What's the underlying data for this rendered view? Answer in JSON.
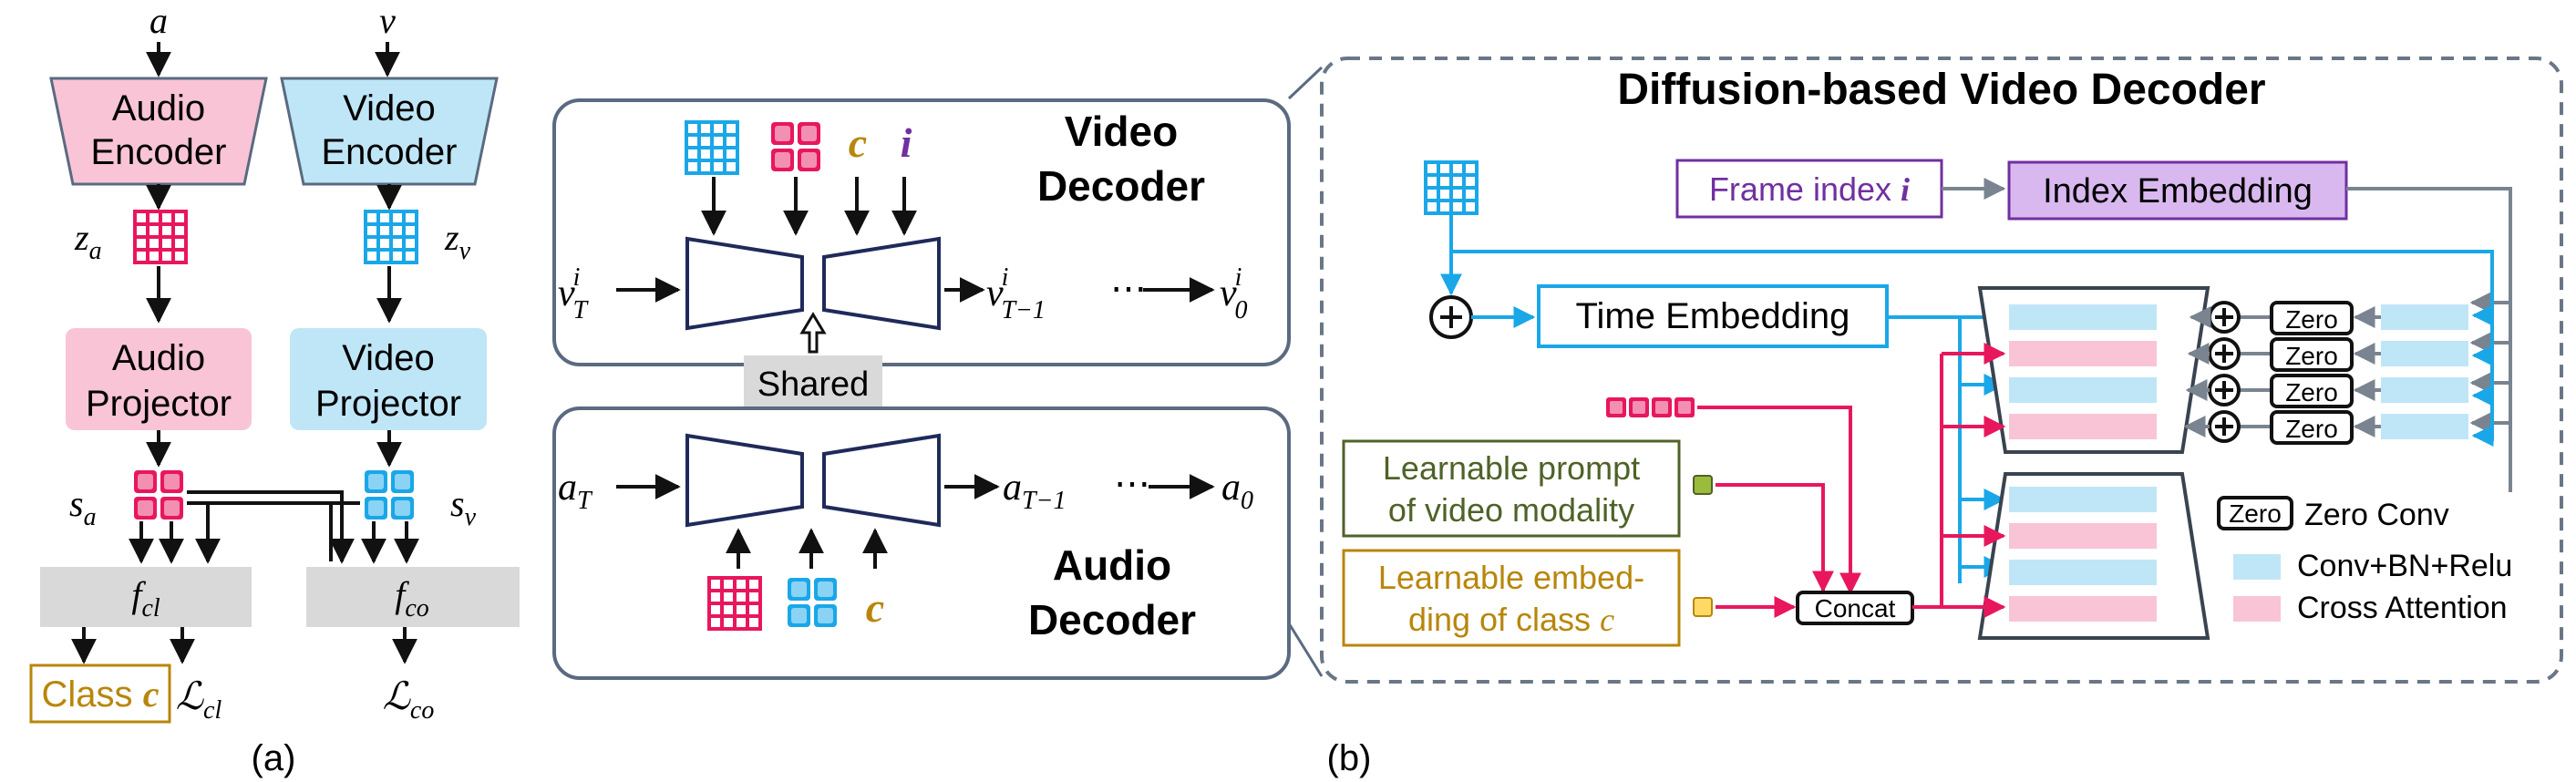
{
  "panel_a": {
    "input_a": "a",
    "input_v": "v",
    "audio_encoder": [
      "Audio",
      "Encoder"
    ],
    "video_encoder": [
      "Video",
      "Encoder"
    ],
    "z_a": "z",
    "z_a_sub": "a",
    "z_v": "z",
    "z_v_sub": "v",
    "audio_projector": [
      "Audio",
      "Projector"
    ],
    "video_projector": [
      "Video",
      "Projector"
    ],
    "s_a": "s",
    "s_a_sub": "a",
    "s_v": "s",
    "s_v_sub": "v",
    "f_cl": "f",
    "f_cl_sub": "cl",
    "f_co": "f",
    "f_co_sub": "co",
    "class_label": "Class",
    "class_var": "c",
    "loss_cl": "ℒ",
    "loss_cl_sub": "cl",
    "loss_co": "ℒ",
    "loss_co_sub": "co",
    "caption": "(a)"
  },
  "panel_b": {
    "video_decoder": [
      "Video",
      "Decoder"
    ],
    "audio_decoder": [
      "Audio",
      "Decoder"
    ],
    "shared": "Shared",
    "c_var": "c",
    "i_var": "i",
    "v_T": "v",
    "v_T_sup": "i",
    "v_T_sub": "T",
    "v_T1": "v",
    "v_T1_sup": "i",
    "v_T1_sub": "T−1",
    "v_0": "v",
    "v_0_sup": "i",
    "v_0_sub": "0",
    "ellipsis": "⋯",
    "a_T": "a",
    "a_T_sub": "T",
    "a_T1": "a",
    "a_T1_sub": "T−1",
    "a_0": "a",
    "a_0_sub": "0",
    "caption": "(b)"
  },
  "decoder_detail": {
    "title": "Diffusion-based Video Decoder",
    "frame_index": "Frame index",
    "frame_index_var": "i",
    "index_embedding": "Index Embedding",
    "time_embedding": "Time Embedding",
    "plus": "+",
    "prompt_label": [
      "Learnable prompt",
      "of video modality"
    ],
    "class_embed_label": [
      "Learnable embed-",
      "ding of class"
    ],
    "class_embed_var": "c",
    "concat": "Concat",
    "zero": "Zero",
    "legend_zero": "Zero Conv",
    "legend_conv": "Conv+BN+Relu",
    "legend_cross": "Cross Attention"
  },
  "colors": {
    "pink": "#e8175d",
    "pink_fill": "#f9c4d6",
    "blue": "#1aa7e8",
    "blue_fill": "#bfe6f7",
    "purple": "#7030a0",
    "purple_fill": "#d9b8ef",
    "gold": "#b8860b",
    "olive": "#4f6228",
    "navy": "#1f2a5a",
    "gray": "#808890"
  }
}
